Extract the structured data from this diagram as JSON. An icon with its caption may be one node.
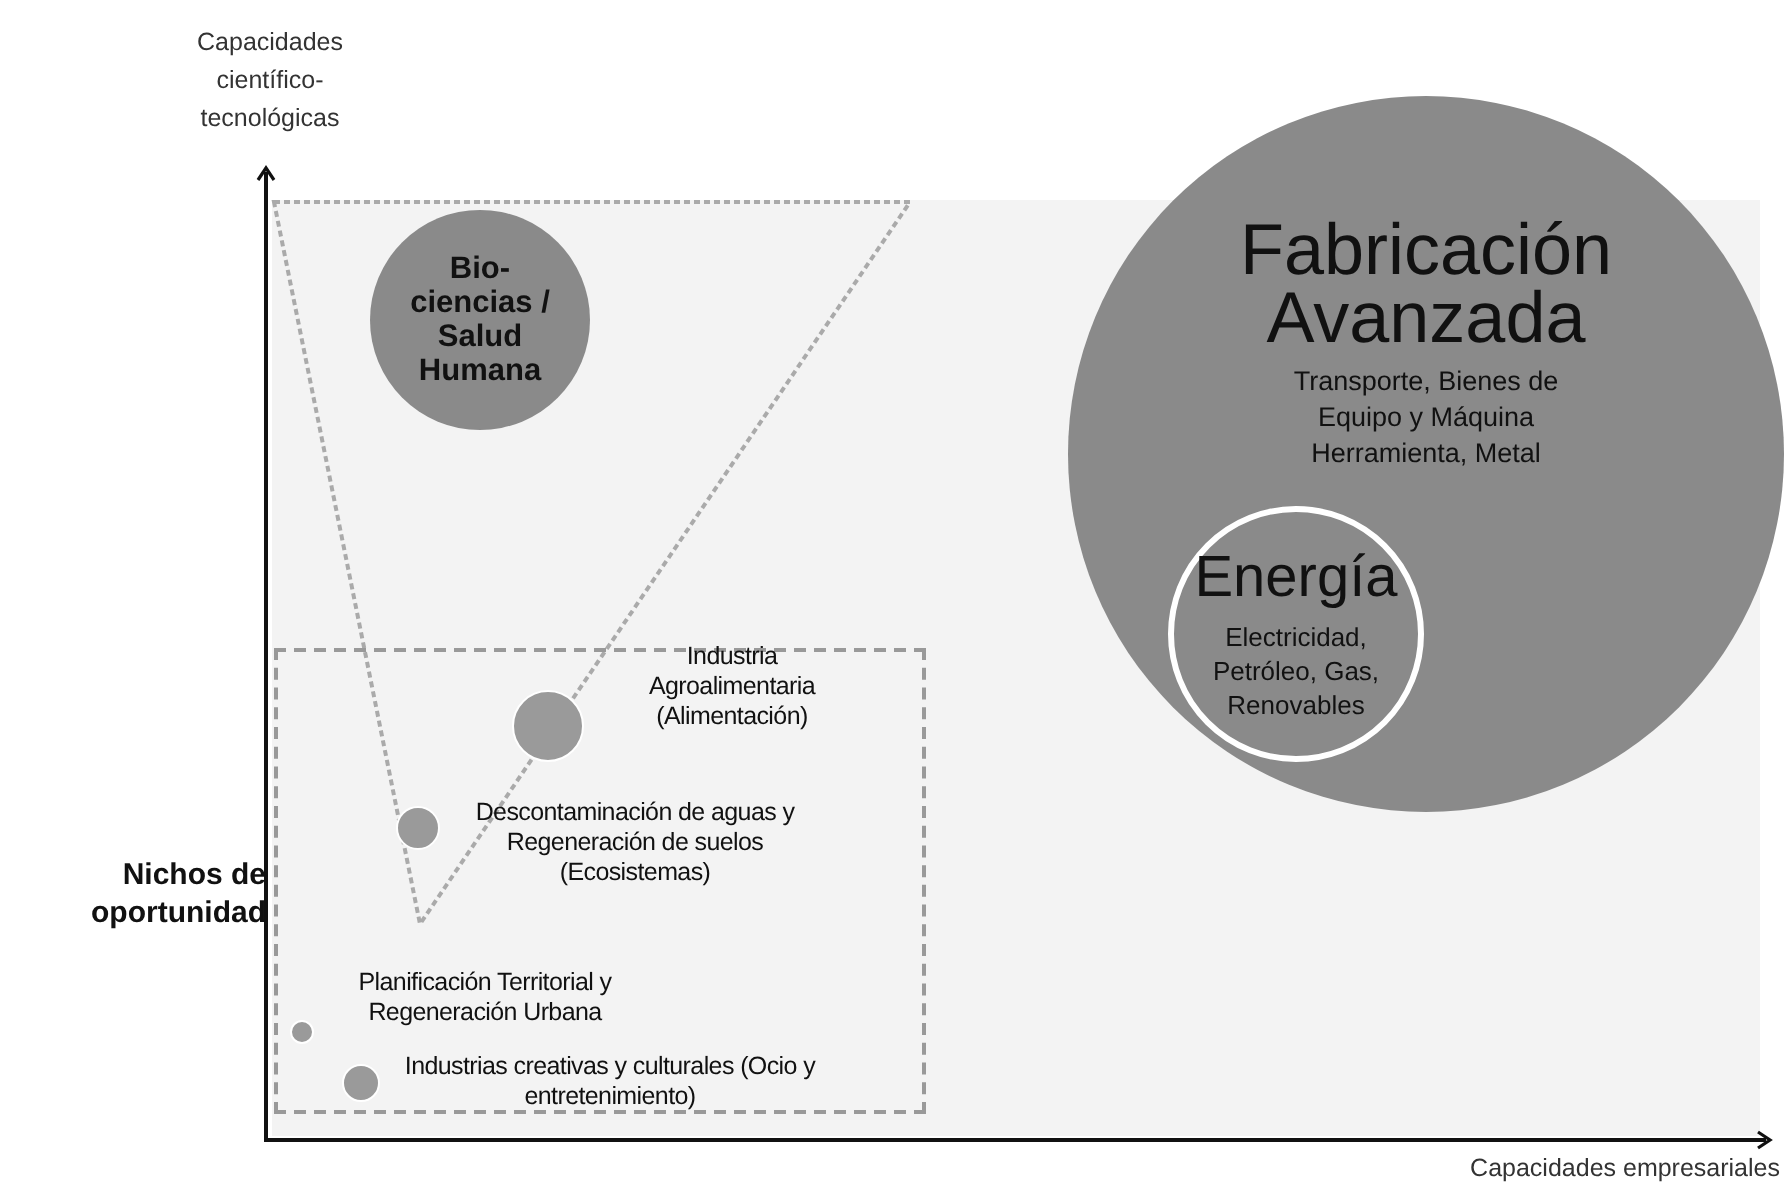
{
  "diagram": {
    "nodes": [
      {
        "text": [
          "Fabricación Avanzada",
          "Transporte, Bienes de Equipo y Máquina Herramienta, Metal"
        ]
      },
      {
        "text": [
          "Bio- ciencias / Salud Humana"
        ]
      },
      {
        "text": [
          "Energía",
          "Electricidad, Petróleo, Gas, Renovables"
        ],
        "in": 0
      },
      {
        "text": [
          "Nichos de oportunidad"
        ]
      },
      {
        "text": [],
        "shape": "circle",
        "in": 3,
        "beside": [
          "Industria Agroalimentaria (Alimentación)"
        ]
      },
      {
        "text": [],
        "shape": "circle",
        "in": 3,
        "beside": [
          "Descontaminación de aguas y Regeneración de suelos (Ecosistemas)"
        ]
      },
      {
        "text": [],
        "shape": "circle",
        "in": 3,
        "beside": [
          "Planificación Territorial y Regeneración Urbana"
        ]
      },
      {
        "text": [],
        "shape": "circle",
        "in": 3,
        "beside": [
          "Industrias creativas y culturales (Ocio y entretenimiento)"
        ]
      }
    ],
    "labels": [
      "Capacidades científico- tecnológicas",
      "Capacidades empresariales"
    ]
  }
}
